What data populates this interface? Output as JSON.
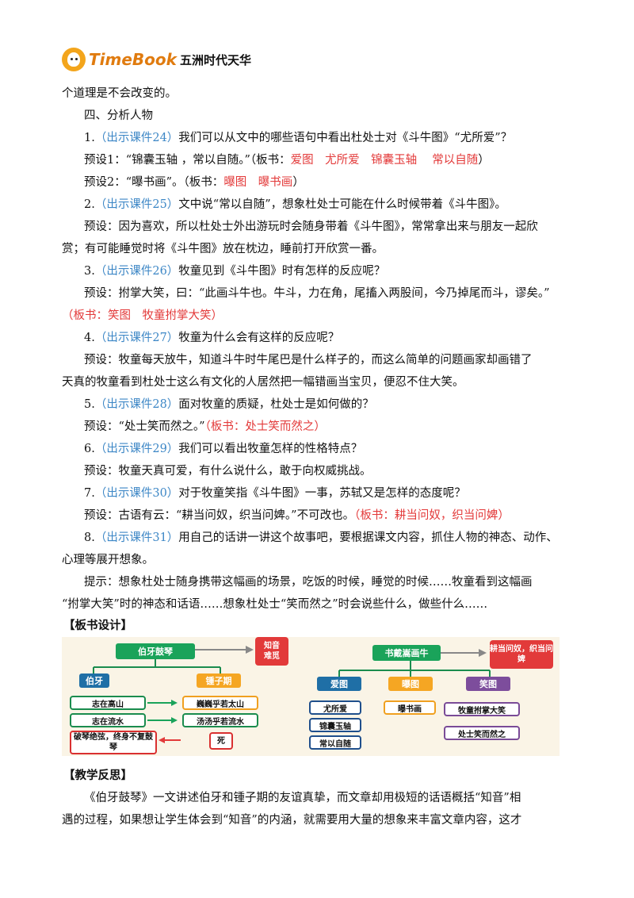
{
  "header": {
    "logo_text": "TimeBook",
    "logo_cn": "五洲时代天华",
    "logo_colors": {
      "badge": "#f3a51c",
      "text": "#e07b0f"
    }
  },
  "lines": {
    "l0": "个道理是不会改变的。",
    "l1": "四、分析人物",
    "l2a": "1.",
    "l2b": "（出示课件24）",
    "l2c": "我们可以从文中的哪些语句中看出杜处士对《斗牛图》“尤所爱”？",
    "l3a": "预设1：“锦囊玉轴 ，常以自随。”（板书：",
    "l3b": "爱图　尤所爱　锦囊玉轴　 常以自随",
    "l3c": "）",
    "l4a": "预设2：“曝书画”。（板书：",
    "l4b": "曝图　曝书画",
    "l4c": "）",
    "l5a": "2.",
    "l5b": "（出示课件25）",
    "l5c": "文中说“常以自随”，想象杜处士可能在什么时候带着《斗牛图》。",
    "l6": "预设：因为喜欢，所以杜处士外出游玩时会随身带着《斗牛图》，常常拿出来与朋友一起欣",
    "l7": "赏；有可能睡觉时将《斗牛图》放在枕边，睡前打开欣赏一番。",
    "l8a": "3.",
    "l8b": "（出示课件26）",
    "l8c": "牧童见到《斗牛图》时有怎样的反应呢？",
    "l9": "预设：拊掌大笑，曰：“此画斗牛也。牛斗，力在角，尾搐入两股间，今乃掉尾而斗，谬矣。”",
    "l10": "（板书：笑图　牧童拊掌大笑）",
    "l11a": "4.",
    "l11b": "（出示课件27）",
    "l11c": "牧童为什么会有这样的反应呢？",
    "l12": "预设：牧童每天放牛，知道斗牛时牛尾巴是什么样子的，而这么简单的问题画家却画错了",
    "l13": "天真的牧童看到杜处士这么有文化的人居然把一幅错画当宝贝，便忍不住大笑。",
    "l14a": "5.",
    "l14b": "（出示课件28）",
    "l14c": "面对牧童的质疑，杜处士是如何做的？",
    "l15a": "预设：“处士笑而然之。”",
    "l15b": "（板书：处士笑而然之）",
    "l16a": "6.",
    "l16b": "（出示课件29）",
    "l16c": "我们可以看出牧童怎样的性格特点？",
    "l17": "预设：牧童天真可爱，有什么说什么，敢于向权威挑战。",
    "l18a": "7.",
    "l18b": "（出示课件30）",
    "l18c": "对于牧童笑指《斗牛图》一事，苏轼又是怎样的态度呢？",
    "l19a": "预设：古语有云：“耕当问奴，织当问婢。”不可改也。",
    "l19b": "（板书：耕当问奴，织当问婢）",
    "l20a": "8.",
    "l20b": "（出示课件31）",
    "l20c": "用自己的话讲一讲这个故事吧，要根据课文内容，抓住人物的神态、动作、",
    "l21": "心理等展开想象。",
    "l22": "提示：想象杜处士随身携带这幅画的场景，吃饭的时候，睡觉的时候……牧童看到这幅画",
    "l23": "“拊掌大笑”时的神态和话语……想象杜处士“笑而然之”时会说些什么，做些什么……",
    "h_board": "【板书设计】",
    "h_reflect": "【教学反思】",
    "r1": "《伯牙鼓琴》一文讲述伯牙和锺子期的友谊真挚，而文章却用极短的话语概括“知音”相",
    "r2": "遇的过程，如果想让学生体会到“知音”的内涵，就需要用大量的想象来丰富文章内容，这才"
  },
  "board": {
    "left": {
      "title": "伯牙鼓琴",
      "result": "知音\n难觅",
      "p1": "伯牙",
      "p2": "锺子期",
      "a1": "志在高山",
      "a2": "志在流水",
      "a3": "破琴绝弦，终身不复鼓琴",
      "b1": "巍巍乎若太山",
      "b2": "汤汤乎若流水",
      "b3": "死"
    },
    "right": {
      "title": "书戴嵩画牛",
      "result": "耕当问奴，织当问婢",
      "c1": "爱图",
      "c2": "曝图",
      "c3": "笑图",
      "d1": "尤所爱",
      "d2": "锦囊玉轴",
      "d3": "常以自随",
      "e1": "曝书画",
      "f1": "牧童拊掌大笑",
      "f2": "处士笑而然之"
    }
  }
}
